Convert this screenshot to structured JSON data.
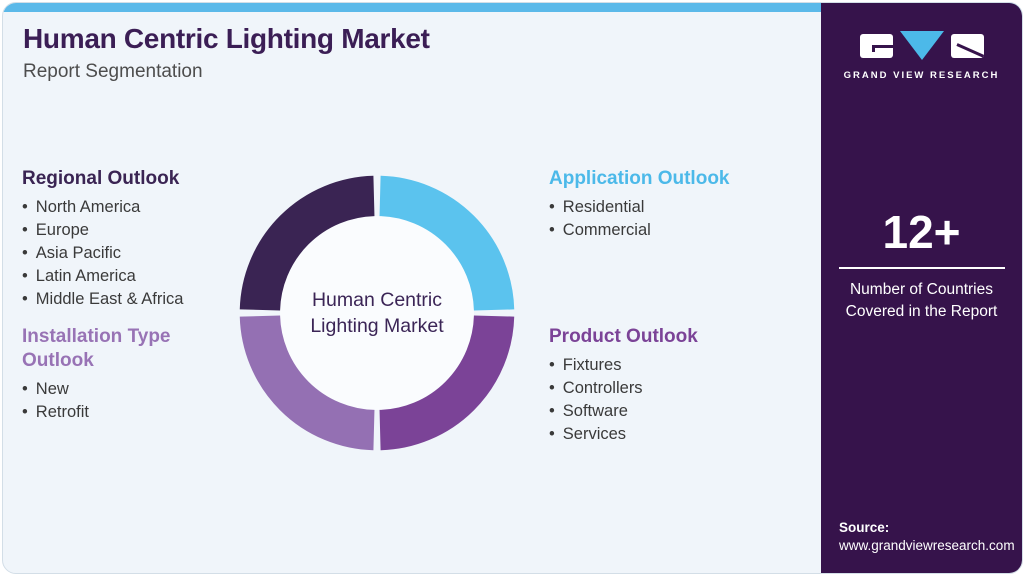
{
  "page": {
    "bg": "#F0F5FA",
    "topbar_color": "#5BB9E9"
  },
  "header": {
    "title": "Human Centric Lighting Market",
    "subtitle": "Report Segmentation",
    "title_color": "#3B1E55"
  },
  "sections": {
    "regional": {
      "heading": "Regional Outlook",
      "color": "#3A2453",
      "items": [
        "North America",
        "Europe",
        "Asia Pacific",
        "Latin America",
        "Middle East & Africa"
      ]
    },
    "installation": {
      "heading": "Installation Type Outlook",
      "color": "#9873B5",
      "items": [
        "New",
        "Retrofit"
      ]
    },
    "application": {
      "heading": "Application Outlook",
      "color": "#4CB9E9",
      "items": [
        "Residential",
        "Commercial"
      ]
    },
    "product": {
      "heading": "Product Outlook",
      "color": "#7B4397",
      "items": [
        "Fixtures",
        "Controllers",
        "Software",
        "Services"
      ]
    }
  },
  "chart_data": {
    "type": "pie",
    "variant": "donut",
    "title": "Human Centric Lighting Market",
    "center_label": "Human Centric Lighting Market",
    "legend_position": "none",
    "segments": [
      {
        "label": "Regional Outlook",
        "value": 25,
        "color": "#3A2453",
        "position": "top-left"
      },
      {
        "label": "Application Outlook",
        "value": 25,
        "color": "#5BC3EE",
        "position": "top-right"
      },
      {
        "label": "Product Outlook",
        "value": 25,
        "color": "#7B4397",
        "position": "bottom-right"
      },
      {
        "label": "Installation Type Outlook",
        "value": 25,
        "color": "#9470B3",
        "position": "bottom-left"
      }
    ]
  },
  "sidebar": {
    "bg": "#36134B",
    "brand": "GRAND VIEW RESEARCH",
    "stat": {
      "value": "12+",
      "label": "Number of Countries Covered in the Report"
    },
    "source": {
      "label": "Source:",
      "url": "www.grandviewresearch.com"
    }
  }
}
